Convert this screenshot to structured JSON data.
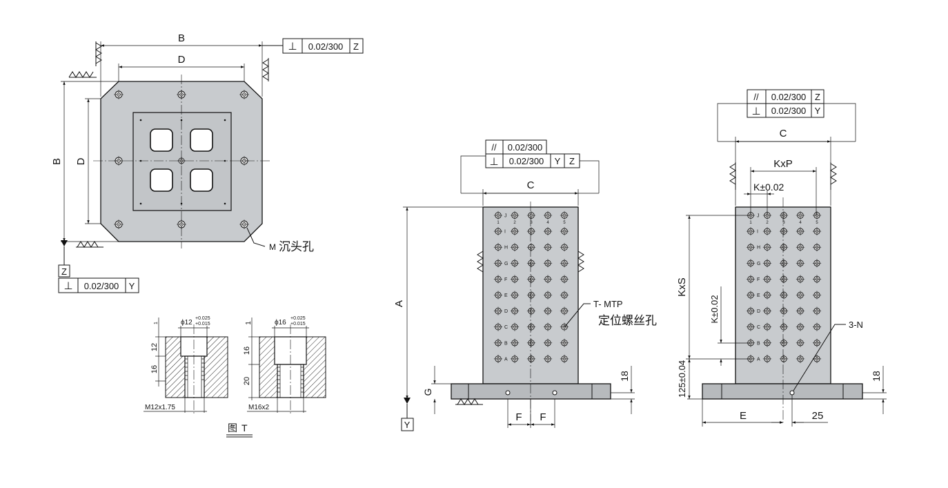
{
  "top_view": {
    "dim_B_top": "B",
    "dim_B_side": "B",
    "dim_D_top": "D",
    "dim_D_side": "D",
    "datum_Z": "Z",
    "fcf_top": {
      "symbol": "⊥",
      "tolerance": "0.02/300",
      "datum": "Z"
    },
    "fcf_bottom": {
      "symbol": "⊥",
      "tolerance": "0.02/300",
      "datum": "Y"
    },
    "callout_M": "M",
    "callout_M_text": "沉头孔"
  },
  "detail_T": {
    "left": {
      "dia": "ϕ12",
      "tol_upper": "+0.025",
      "tol_lower": "+0.015",
      "dim_top": "1",
      "dim_a": "12",
      "dim_b": "16",
      "thread": "M12x1.75"
    },
    "right": {
      "dia": "ϕ16",
      "tol_upper": "+0.025",
      "tol_lower": "+0.015",
      "dim_top": "1",
      "dim_a": "16",
      "dim_b": "20",
      "thread": "M16x2"
    },
    "caption": "图",
    "caption_suffix": "T"
  },
  "front_view": {
    "fcf_parallel": {
      "symbol": "//",
      "tolerance": "0.02/300"
    },
    "fcf_perp": {
      "symbol": "⊥",
      "tolerance": "0.02/300",
      "datum1": "Y",
      "datum2": "Z"
    },
    "dim_C": "C",
    "dim_A": "A",
    "dim_G": "G",
    "dim_18": "18",
    "dim_F1": "F",
    "dim_F2": "F",
    "datum_Y": "Y",
    "callout_T": "T- MTP",
    "callout_T_text": "定位螺丝孔",
    "row_labels": [
      "J",
      "I",
      "H",
      "G",
      "F",
      "E",
      "D",
      "C",
      "B",
      "A"
    ],
    "col_labels": [
      "1",
      "2",
      "3",
      "4",
      "5"
    ]
  },
  "side_view": {
    "fcf_parallel": {
      "symbol": "//",
      "tolerance": "0.02/300",
      "datum": "Z"
    },
    "fcf_perp": {
      "symbol": "⊥",
      "tolerance": "0.02/300",
      "datum": "Y"
    },
    "dim_C": "C",
    "dim_KxP": "KxP",
    "dim_K": "K±0.02",
    "dim_KxS": "KxS",
    "dim_Kv": "K±0.02",
    "dim_125": "125±0.04",
    "dim_18": "18",
    "dim_E": "E",
    "dim_25": "25",
    "callout_3N": "3-N",
    "row_labels": [
      "J",
      "I",
      "H",
      "G",
      "F",
      "E",
      "D",
      "C",
      "B",
      "A"
    ],
    "col_labels": [
      "1",
      "2",
      "3",
      "4",
      "5"
    ]
  }
}
